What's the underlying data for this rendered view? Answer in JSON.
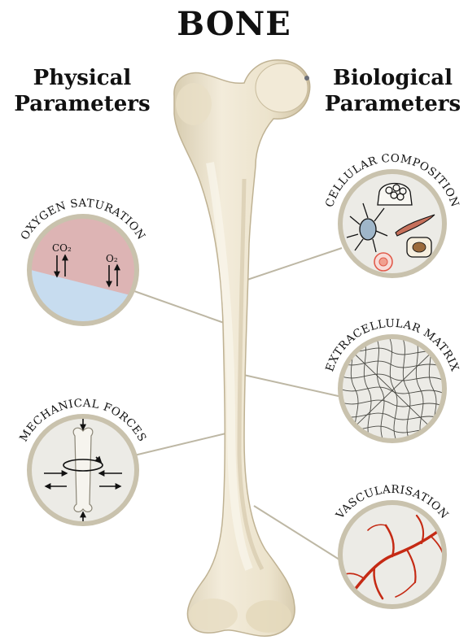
{
  "title": "BONE",
  "left_heading": {
    "line1": "Physical",
    "line2": "Parameters"
  },
  "right_heading": {
    "line1": "Biological",
    "line2": "Parameters"
  },
  "panels": {
    "oxygen": {
      "label": "OXYGEN SATURATION",
      "co2": "CO₂",
      "o2": "O₂"
    },
    "mechanical": {
      "label": "MECHANICAL FORCES"
    },
    "cellular": {
      "label": "CELLULAR COMPOSITION"
    },
    "matrix": {
      "label": "EXTRACELLULAR MATRIX"
    },
    "vascular": {
      "label": "VASCULARISATION"
    }
  },
  "colors": {
    "bone": "#ede4cf",
    "bone_shadow": "#cfc4a8",
    "circle_border": "#c9c2ad",
    "circle_fill": "#ecebe6",
    "oxygen_top": "#ddb4b4",
    "oxygen_bottom": "#c7dcef",
    "vessel": "#c52a14",
    "leader": "#bdb7a4"
  }
}
